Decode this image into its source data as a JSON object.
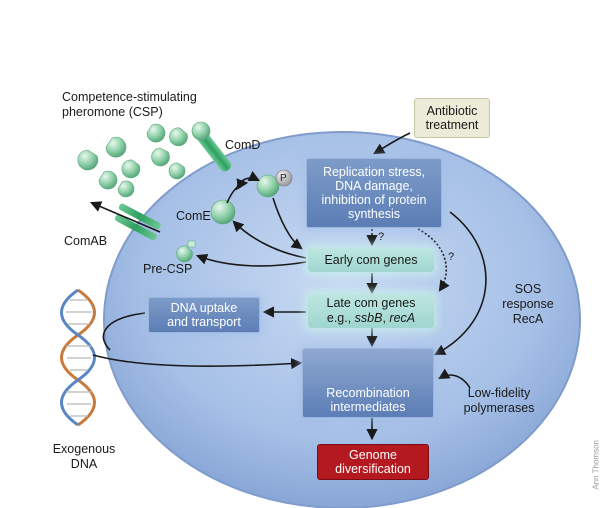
{
  "labels": {
    "csp": "Competence-stimulating\npheromone (CSP)",
    "comd": "ComD",
    "comab": "ComAB",
    "come": "ComE",
    "p": "P",
    "pre_csp": "Pre-CSP",
    "exogenous_dna": "Exogenous\nDNA",
    "sos": "SOS\nresponse\nRecA",
    "low_fidelity": "Low-fidelity\npolymerases",
    "q1": "?",
    "q2": "?"
  },
  "boxes": {
    "antibiotic": "Antibiotic\ntreatment",
    "stress": "Replication stress,\nDNA damage,\ninhibition of protein\nsynthesis",
    "early": "Early com genes",
    "late_line1": "Late com genes",
    "late_eg": "e.g., ",
    "late_ssbb": "ssbB",
    "late_sep": ", ",
    "late_reca": "recA",
    "uptake": "DNA uptake\nand transport",
    "recomb": "Recombination\nintermediates",
    "genome": "Genome\ndiversification"
  },
  "credit": "Ann Thomson",
  "colors": {
    "cell_fill": "#a9c3e8",
    "box_blue": "#5b7db5",
    "box_teal": "#a8dbd4",
    "box_red": "#b3191f",
    "csp_green": "#8fc9a5",
    "receptor_green": "#3aa76b",
    "dna_orange": "#c87a3c",
    "dna_blue": "#5a86c4"
  }
}
